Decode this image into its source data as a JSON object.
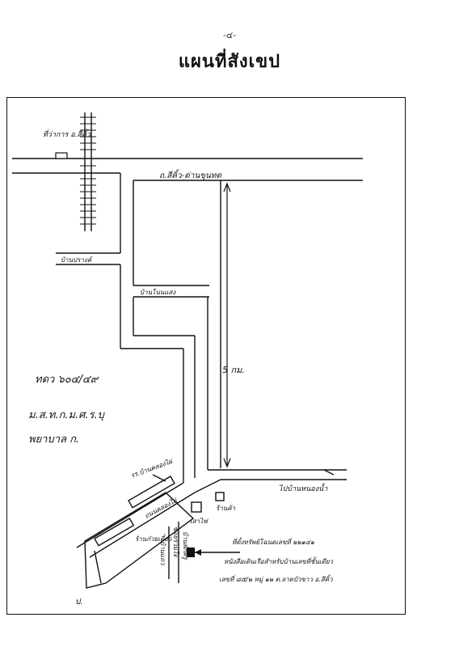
{
  "page": {
    "page_number": "-๔-",
    "title": "แผนที่สังเขป"
  },
  "map": {
    "labels": {
      "district_office": "ที่ว่าการ อ.สีคิ้ว",
      "main_road": "ถ.สีคิ้ว-ด่านขุนทด",
      "distance": "5 กม.",
      "village_1": "บ้านปรางค์",
      "village_2": "บ้านโนนแสง",
      "village_3": "ไปบ้านหนองน้ำ",
      "market": "รร.บ้านคลองไผ่",
      "shop": "ร้านค้า",
      "pole": "เสาไฟ",
      "lane": "ซอยร่วมใจ",
      "house_block": "บ้านพักครู",
      "road_name": "ถนนคลองไผ่",
      "house_row": "บ้านแถว",
      "branch": "ร้านก๋วยเตี๋ยว",
      "handnote_1": "ทดว ๖๐๔/๔๙",
      "handnote_2": "ม.ส.ท.ก.ม.ศ.ร.บุ",
      "handnote_3": "พยาบาล ก.",
      "target_1": "ที่ตั้งทรัพย์โฉนดเลขที่ ๒๒๑๔๑",
      "target_2": "หนังสือเดินเรือสำหรับบ้านเลขที่ชั้นเดียว",
      "target_3": "เลขที่ ๘๕/๒ หมู่ ๑๒ ต.ลาดบัวขาว อ.สีคิ้ว",
      "corner_mark": "ป."
    },
    "colors": {
      "ink": "#111111",
      "paper": "#ffffff"
    }
  }
}
